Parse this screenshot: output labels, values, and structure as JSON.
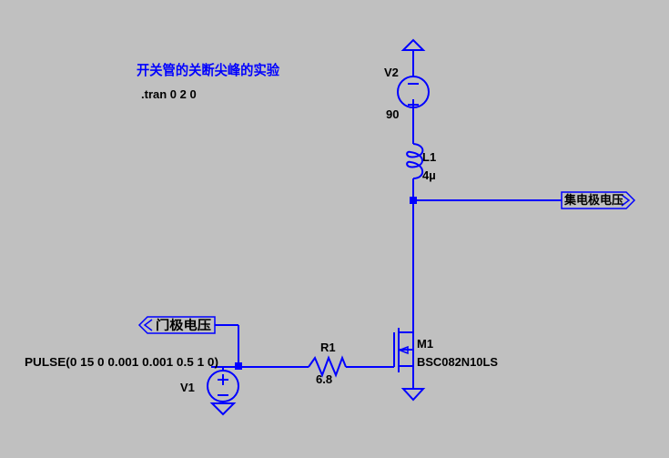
{
  "schematic": {
    "title": "开关管的关断尖峰的实验",
    "directive": ".tran 0 2 0",
    "colors": {
      "background": "#c0c0c0",
      "wire": "#0000ff",
      "component_text": "#000000",
      "title_text": "#0000ff"
    },
    "components": {
      "v2": {
        "name": "V2",
        "value": "90"
      },
      "l1": {
        "name": "L1",
        "value": "4µ"
      },
      "r1": {
        "name": "R1",
        "value": "6.8"
      },
      "m1": {
        "name": "M1",
        "model": "BSC082N10LS"
      },
      "v1": {
        "name": "V1",
        "value": "PULSE(0 15 0 0.001 0.001 0.5 1 0)"
      }
    },
    "net_labels": {
      "collector": "集电极电压",
      "gate": "门极电压"
    }
  }
}
